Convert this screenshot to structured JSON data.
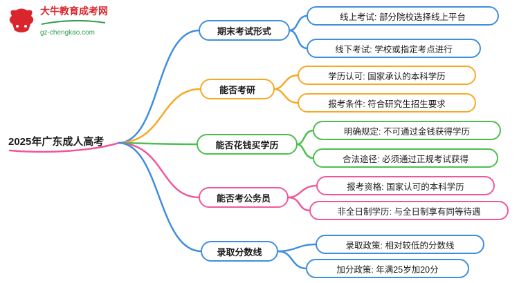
{
  "logo": {
    "title": "大牛教育成考网",
    "url": "gz-chengkao.com",
    "brand_red": "#d9262c",
    "brand_green": "#2f9e4e"
  },
  "root": {
    "label": "2025年广东成人高考"
  },
  "colors": {
    "blue": "#3e8ede",
    "orange": "#f7a823",
    "green": "#4bbf4b",
    "pink": "#f2569a"
  },
  "branches": [
    {
      "label": "期末考试形式",
      "color": "#3e8ede",
      "leaves": [
        {
          "text": "线上考试: 部分院校选择线上平台"
        },
        {
          "text": "线下考试: 学校或指定考点进行"
        }
      ]
    },
    {
      "label": "能否考研",
      "color": "#f7a823",
      "leaves": [
        {
          "text": "学历认可: 国家承认的本科学历"
        },
        {
          "text": "报考条件: 符合研究生招生要求"
        }
      ]
    },
    {
      "label": "能否花钱买学历",
      "color": "#4bbf4b",
      "leaves": [
        {
          "text": "明确规定: 不可通过金钱获得学历"
        },
        {
          "text": "合法途径: 必须通过正规考试获得"
        }
      ]
    },
    {
      "label": "能否考公务员",
      "color": "#f2569a",
      "leaves": [
        {
          "text": "报考资格: 国家认可的本科学历"
        },
        {
          "text": "非全日制学历: 与全日制享有同等待遇"
        }
      ]
    },
    {
      "label": "录取分数线",
      "color": "#3e8ede",
      "leaves": [
        {
          "text": "录取政策: 相对较低的分数线"
        },
        {
          "text": "加分政策: 年满25岁加20分"
        }
      ]
    }
  ]
}
